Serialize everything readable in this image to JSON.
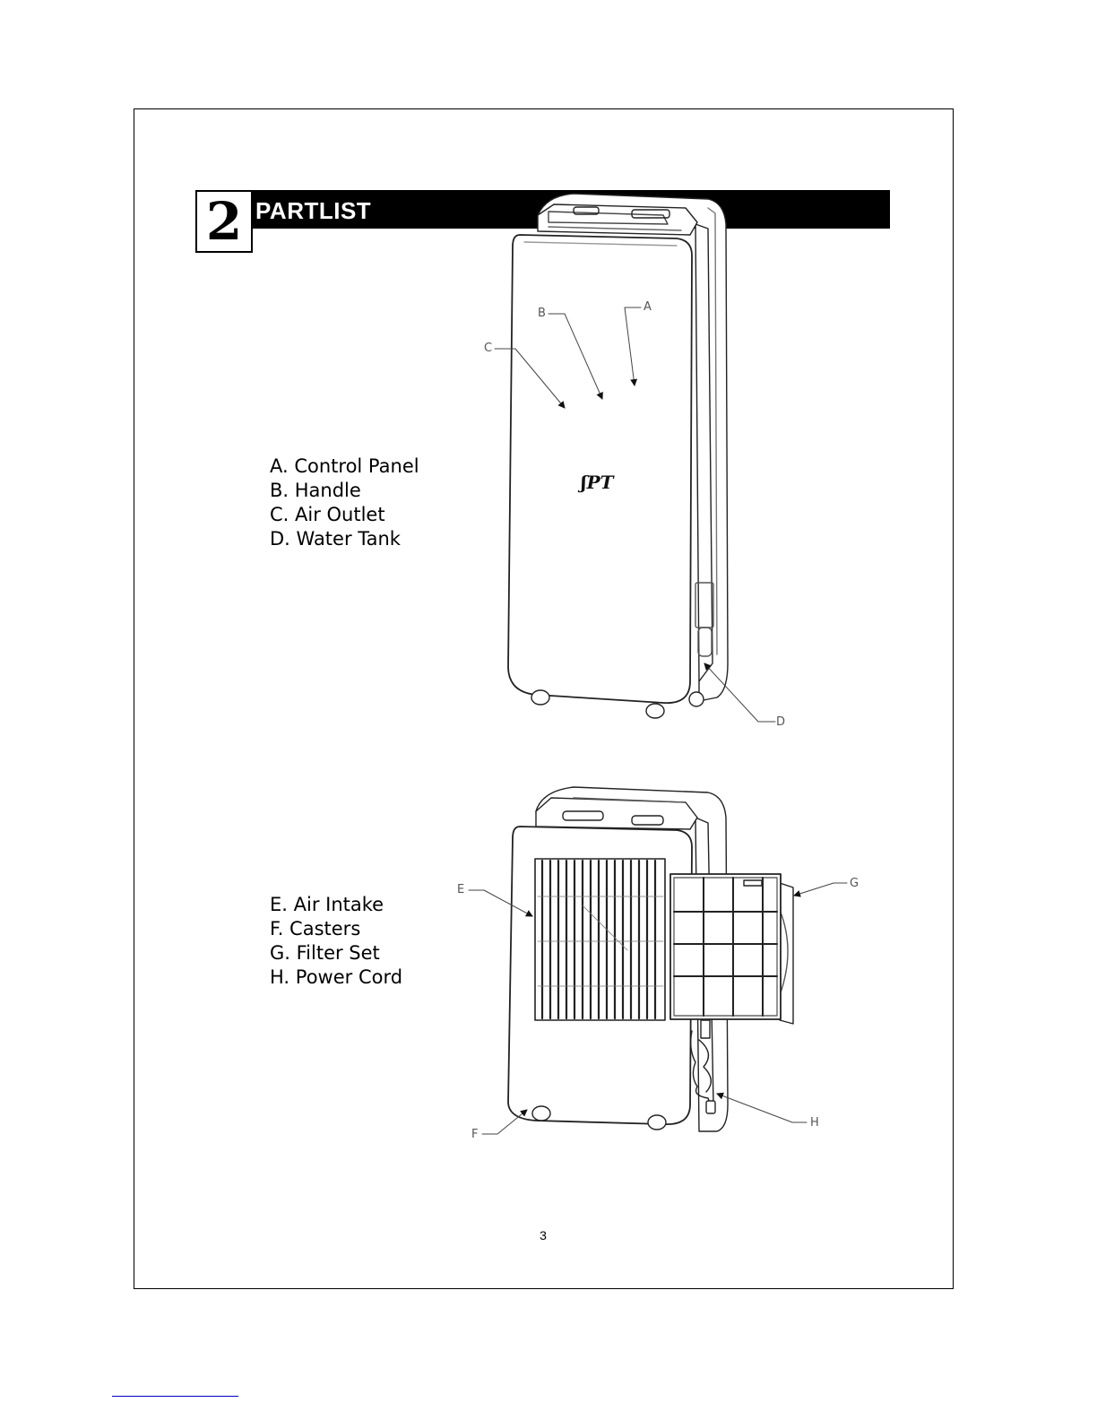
{
  "section": {
    "number": "2",
    "title": "PARTLIST"
  },
  "parts_top": [
    {
      "label": "A. Control Panel"
    },
    {
      "label": "B. Handle"
    },
    {
      "label": "C. Air Outlet"
    },
    {
      "label": "D. Water Tank"
    }
  ],
  "parts_bottom": [
    {
      "label": "E. Air Intake"
    },
    {
      "label": "F. Casters"
    },
    {
      "label": "G. Filter Set"
    },
    {
      "label": "H. Power Cord"
    }
  ],
  "callouts": {
    "a": "A",
    "b": "B",
    "c": "C",
    "d": "D",
    "e": "E",
    "f": "F",
    "g": "G",
    "h": "H"
  },
  "logo_text": "SPT",
  "page_number": "3"
}
